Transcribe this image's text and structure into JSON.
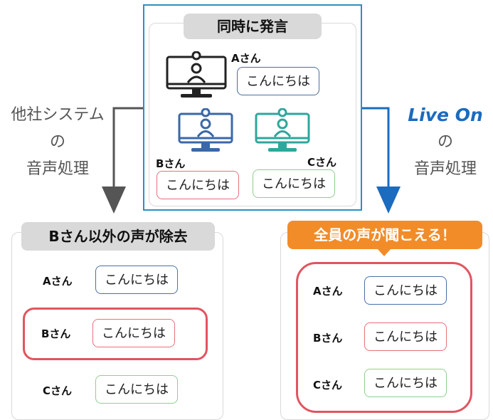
{
  "top": {
    "title": "同時に発言",
    "speakers": {
      "a": {
        "name": "Aさん",
        "greeting": "こんにちは"
      },
      "b": {
        "name": "Bさん",
        "greeting": "こんにちは"
      },
      "c": {
        "name": "Cさん",
        "greeting": "こんにちは"
      }
    }
  },
  "left_side": {
    "line1": "他社システム",
    "line2": "の",
    "line3": "音声処理"
  },
  "right_side": {
    "logo": "Live On",
    "line2": "の",
    "line3": "音声処理"
  },
  "left_panel": {
    "title": "Bさん以外の声が除去",
    "rows": [
      {
        "name": "Aさん",
        "greeting": "こんにちは"
      },
      {
        "name": "Bさん",
        "greeting": "こんにちは"
      },
      {
        "name": "Cさん",
        "greeting": "こんにちは"
      }
    ]
  },
  "right_panel": {
    "title": "全員の声が聞こえる！",
    "rows": [
      {
        "name": "Aさん",
        "greeting": "こんにちは"
      },
      {
        "name": "Bさん",
        "greeting": "こんにちは"
      },
      {
        "name": "Cさん",
        "greeting": "こんにちは"
      }
    ]
  },
  "colors": {
    "blue": "#4a6fa5",
    "red": "#e8707a",
    "green": "#8fcf8f",
    "orange": "#f28c28",
    "brand_blue": "#1b6bbf"
  }
}
